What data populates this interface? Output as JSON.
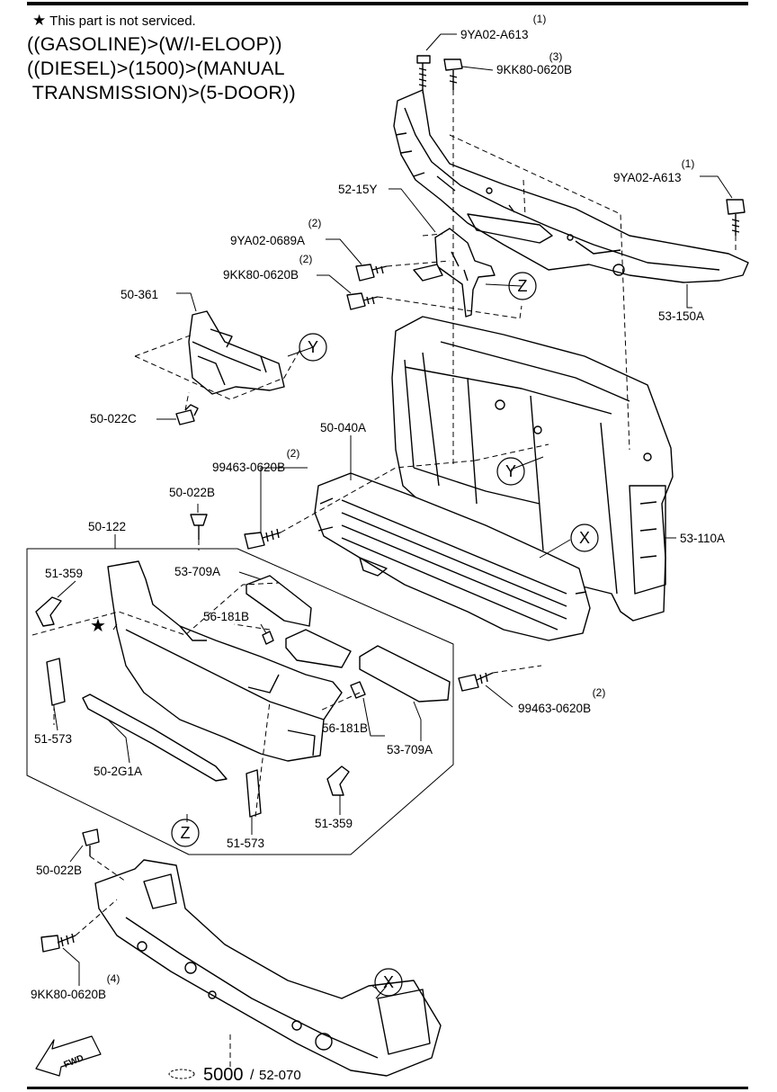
{
  "header": {
    "note_star": "★",
    "note_text": "This part is not serviced.",
    "conditions": [
      "((GASOLINE)>(W/I-ELOOP))",
      "((DIESEL)>(1500)>(MANUAL",
      " TRANSMISSION)>(5-DOOR))"
    ]
  },
  "callouts": {
    "bolt_9YA02_A613_a": {
      "label": "9YA02-A613",
      "qty": "(1)"
    },
    "bolt_9KK80_0620B_a": {
      "label": "9KK80-0620B",
      "qty": "(3)"
    },
    "bolt_9YA02_A613_b": {
      "label": "9YA02-A613",
      "qty": "(1)"
    },
    "bracket_52_15Y": {
      "label": "52-15Y"
    },
    "bolt_9YA02_0689A": {
      "label": "9YA02-0689A",
      "qty": "(2)"
    },
    "bolt_9KK80_0620B_b": {
      "label": "9KK80-0620B",
      "qty": "(2)"
    },
    "support_53_150A": {
      "label": "53-150A"
    },
    "guide_50_361": {
      "label": "50-361"
    },
    "clip_50_022C": {
      "label": "50-022C"
    },
    "shutter_50_040A": {
      "label": "50-040A"
    },
    "bolt_99463_0620B_a": {
      "label": "99463-0620B",
      "qty": "(2)"
    },
    "clip_50_022B_a": {
      "label": "50-022B"
    },
    "radiator_support_53_110A": {
      "label": "53-110A"
    },
    "bumper_50_122": {
      "label": "50-122"
    },
    "bracket_51_359_a": {
      "label": "51-359"
    },
    "absorber_53_709A_a": {
      "label": "53-709A"
    },
    "star_mark": {
      "label": "★"
    },
    "fastener_56_181B_a": {
      "label": "56-181B"
    },
    "bolt_99463_0620B_b": {
      "label": "99463-0620B",
      "qty": "(2)"
    },
    "seal_51_573_a": {
      "label": "51-573"
    },
    "fastener_56_181B_b": {
      "label": "56-181B"
    },
    "absorber_53_709A_b": {
      "label": "53-709A"
    },
    "molding_50_2G1A": {
      "label": "50-2G1A"
    },
    "seal_51_573_b": {
      "label": "51-573"
    },
    "bracket_51_359_b": {
      "label": "51-359"
    },
    "clip_50_022B_b": {
      "label": "50-022B"
    },
    "bolt_9KK80_0620B_c": {
      "label": "9KK80-0620B",
      "qty": "(4)"
    }
  },
  "markers": {
    "z_top": "Z",
    "y_left": "Y",
    "y_right": "Y",
    "x_right": "X",
    "z_bottom": "Z",
    "x_bottom": "X"
  },
  "footer": {
    "fwd": "FWD",
    "ref_main": "5000",
    "ref_sep": "/",
    "ref_sub": "52-070"
  }
}
